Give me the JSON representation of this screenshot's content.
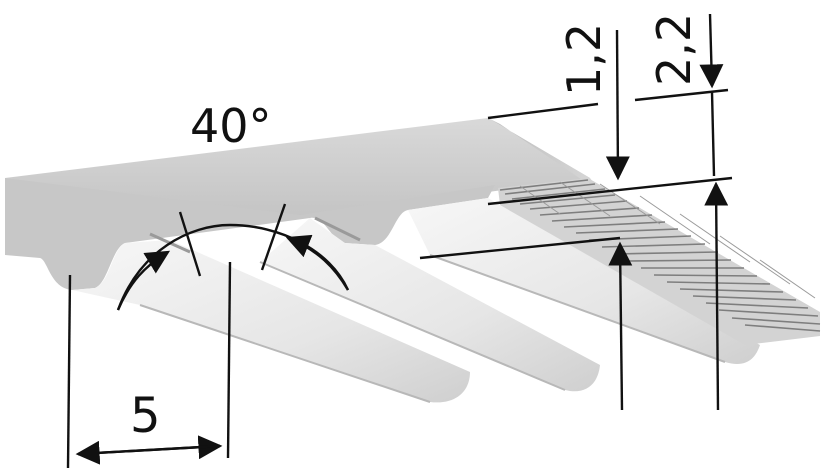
{
  "dimensions": {
    "angle_label": "40°",
    "pitch_label": "5",
    "tooth_height_label": "1,2",
    "total_thickness_label": "2,2"
  },
  "colors": {
    "belt_top": "#cfcfcf",
    "belt_front": "#c2c2c2",
    "belt_underside": "#ececec",
    "tooth_shadow": "#bdbdbd",
    "cord_dark": "#8a8a8a",
    "dimension_line": "#111111"
  }
}
